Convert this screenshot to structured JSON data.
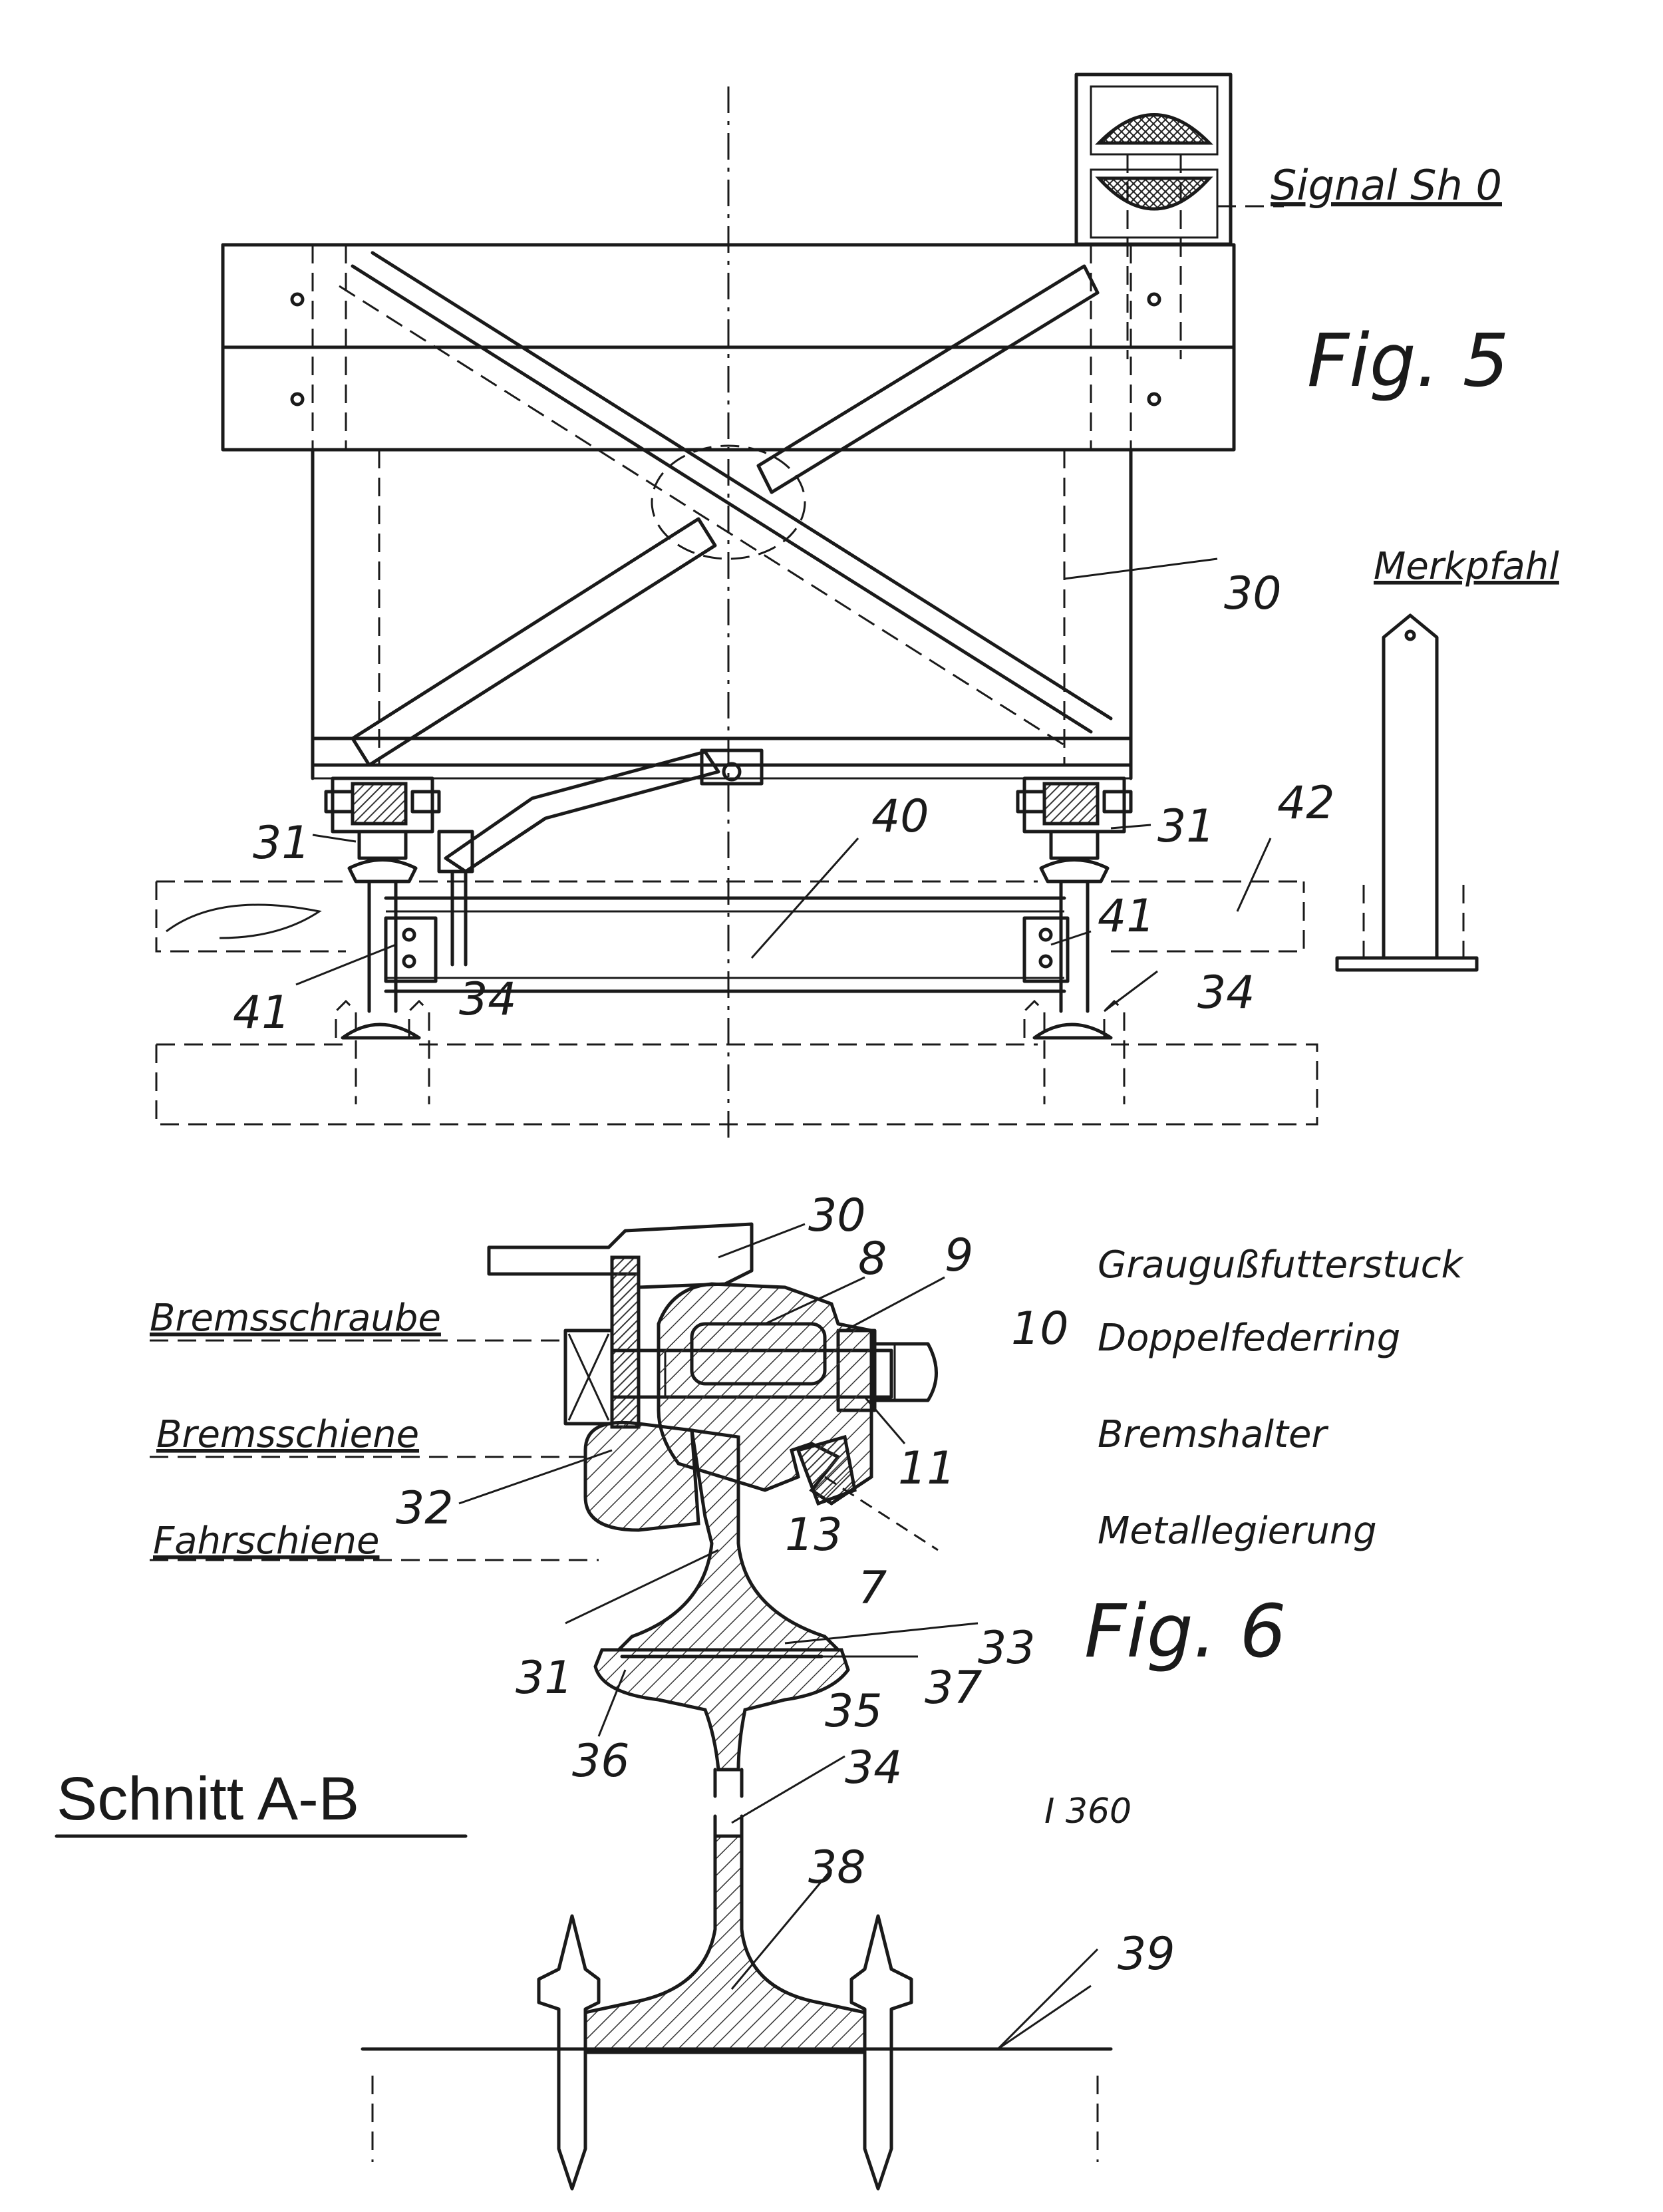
{
  "fig5": {
    "title": "Fig. 5",
    "labels": {
      "signal": "Signal Sh 0",
      "post": "Merkpfahl"
    },
    "numbers": {
      "n30": "30",
      "n31_left": "31",
      "n31_right": "31",
      "n40": "40",
      "n41_left": "41",
      "n41_right": "41",
      "n42": "42",
      "n34_left": "34",
      "n34_right": "34"
    }
  },
  "fig6": {
    "title": "Fig. 6",
    "section": "Schnitt  A-B",
    "profile": "I 360",
    "labels_left": {
      "brake_screw": "Bremsschraube",
      "brake_rail": "Bremsschiene",
      "running_rail": "Fahrschiene"
    },
    "labels_right": {
      "cast_liner": "Graugußfutterstuck",
      "spring_washer": "Doppelfederring",
      "brake_holder": "Bremshalter",
      "alloy": "Metallegierung"
    },
    "numbers": {
      "n30": "30",
      "n8": "8",
      "n9": "9",
      "n10": "10",
      "n11": "11",
      "n7": "7",
      "n13": "13",
      "n32": "32",
      "n31": "31",
      "n33": "33",
      "n37": "37",
      "n35": "35",
      "n36": "36",
      "n34": "34",
      "n38": "38",
      "n39": "39"
    }
  }
}
